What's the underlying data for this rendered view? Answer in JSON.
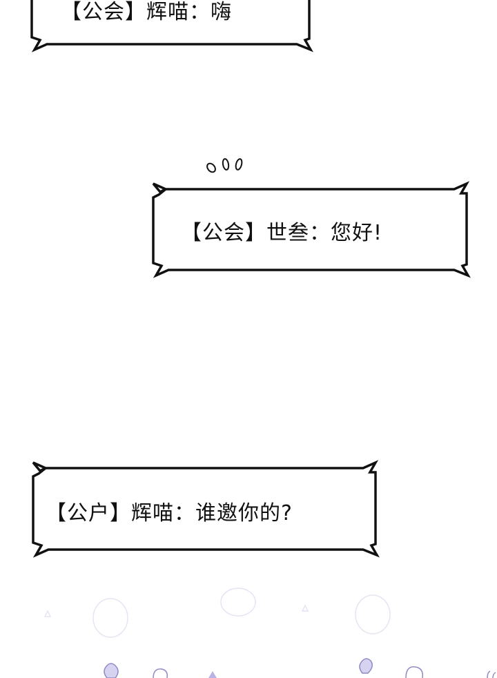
{
  "bubbles": [
    {
      "text": "【公会】辉喵：嗨"
    },
    {
      "text": "【公会】世叁：您好!"
    },
    {
      "text": "【公户】辉喵：谁邀你的?"
    }
  ],
  "colors": {
    "outline": "#111111",
    "decor": "#c9c6ea"
  }
}
